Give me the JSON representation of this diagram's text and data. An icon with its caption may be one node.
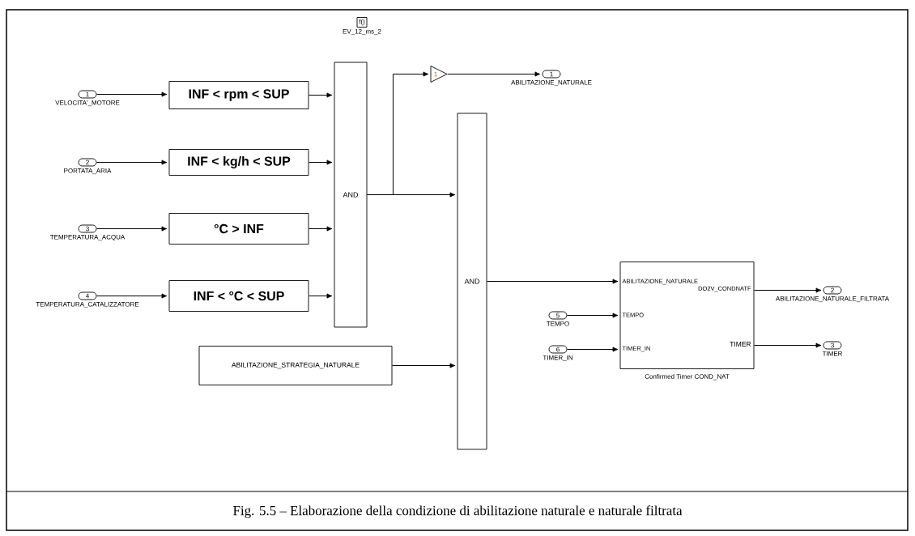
{
  "diagram": {
    "caption": "Fig. 5.5 – Elaborazione della condizione di abilitazione naturale e naturale filtrata",
    "nodes": [
      {
        "text": [
          "f()"
        ],
        "beside": [
          "EV_12_ms_2"
        ]
      },
      {
        "text": [
          "1"
        ],
        "beside": [
          "VELOCITA'_MOTORE"
        ]
      },
      {
        "text": [
          "2"
        ],
        "beside": [
          "PORTATA_ARIA"
        ]
      },
      {
        "text": [
          "3"
        ],
        "beside": [
          "TEMPERATURA_ACQUA"
        ]
      },
      {
        "text": [
          "4"
        ],
        "beside": [
          "TEMPERATURA_CATALIZZATORE"
        ]
      },
      {
        "text": [
          "INF < rpm < SUP"
        ]
      },
      {
        "text": [
          "INF < kg/h < SUP"
        ]
      },
      {
        "text": [
          "°C > INF"
        ]
      },
      {
        "text": [
          "INF < °C < SUP"
        ]
      },
      {
        "text": [
          "AND"
        ]
      },
      {
        "text": [
          "1"
        ]
      },
      {
        "text": [
          "1"
        ],
        "beside": [
          "ABILITAZIONE_NATURALE"
        ]
      },
      {
        "text": [
          "ABILITAZIONE_STRATEGIA_NATURALE"
        ]
      },
      {
        "text": [
          "AND"
        ]
      },
      {
        "text": [
          "5"
        ],
        "beside": [
          "TEMPO"
        ]
      },
      {
        "text": [
          "6"
        ],
        "beside": [
          "TIMER_IN"
        ]
      },
      {
        "text": [
          "ABILITAZIONE_NATURALE",
          "TEMPO",
          "TIMER_IN",
          "DO2V_CONDNATF",
          "TIMER"
        ],
        "beside": [
          "Confirmed Timer COND_NAT"
        ]
      },
      {
        "text": [
          "2"
        ],
        "beside": [
          "ABILITAZIONE_NATURALE_FILTRATA"
        ]
      },
      {
        "text": [
          "3"
        ],
        "beside": [
          "TIMER"
        ]
      }
    ],
    "edges": [
      {
        "from": 1,
        "to": 5,
        "arrow": "to"
      },
      {
        "from": 2,
        "to": 6,
        "arrow": "to"
      },
      {
        "from": 3,
        "to": 7,
        "arrow": "to"
      },
      {
        "from": 4,
        "to": 8,
        "arrow": "to"
      },
      {
        "from": 5,
        "to": 9,
        "arrow": "to"
      },
      {
        "from": 6,
        "to": 9,
        "arrow": "to"
      },
      {
        "from": 7,
        "to": 9,
        "arrow": "to"
      },
      {
        "from": 8,
        "to": 9,
        "arrow": "to"
      },
      {
        "from": 9,
        "to": 10,
        "arrow": "to"
      },
      {
        "from": 9,
        "to": 13,
        "arrow": "to"
      },
      {
        "from": 10,
        "to": 11,
        "arrow": "to"
      },
      {
        "from": 12,
        "to": 13,
        "arrow": "to"
      },
      {
        "from": 13,
        "to": 16,
        "arrow": "to"
      },
      {
        "from": 14,
        "to": 16,
        "arrow": "to"
      },
      {
        "from": 15,
        "to": 16,
        "arrow": "to"
      },
      {
        "from": 16,
        "to": 17,
        "arrow": "to"
      },
      {
        "from": 16,
        "to": 18,
        "arrow": "to"
      }
    ]
  }
}
